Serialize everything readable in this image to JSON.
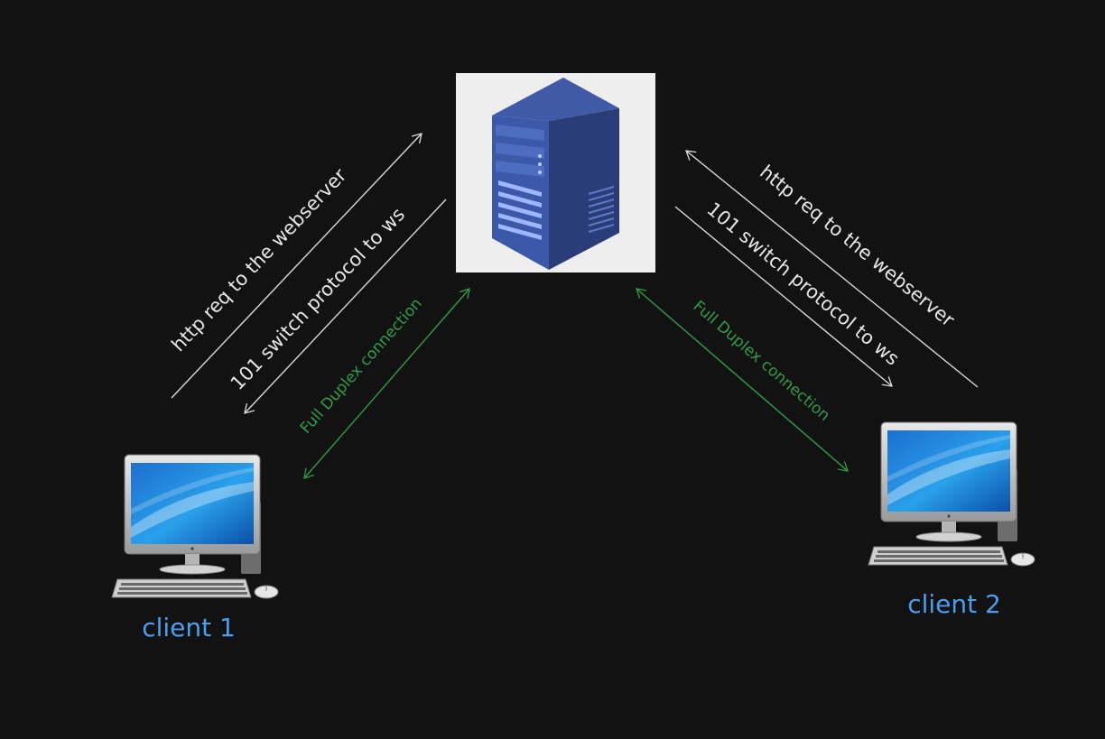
{
  "nodes": {
    "server": {
      "icon": "server-tower-icon"
    },
    "client1": {
      "icon": "desktop-computer-icon",
      "label": "client 1"
    },
    "client2": {
      "icon": "desktop-computer-icon",
      "label": "client 2"
    }
  },
  "edges": {
    "left_http": "http req to the webserver",
    "left_101": "101 switch protocol to ws",
    "left_duplex": "Full Duplex connection",
    "right_http": "http req to the webserver",
    "right_101": "101 switch protocol to ws",
    "right_duplex": "Full Duplex connection"
  },
  "colors": {
    "background": "#121212",
    "arrow": "#d9d9d9",
    "duplex": "#2f9e44",
    "client_label": "#4a9eed"
  }
}
